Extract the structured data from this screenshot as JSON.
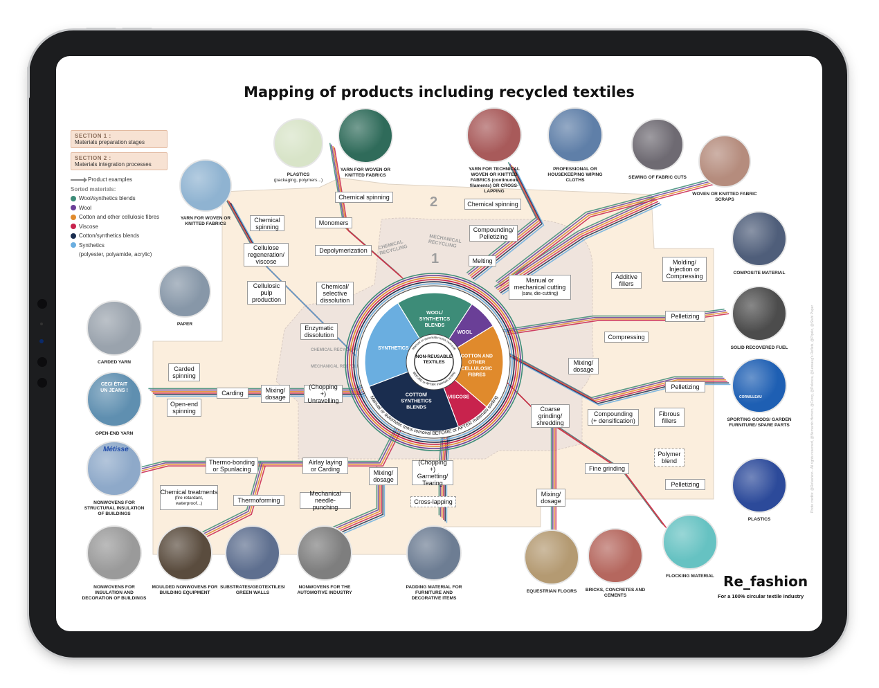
{
  "title": "Mapping of products including recycled textiles",
  "legend": {
    "section1_tag": "SECTION 1 :",
    "section1_text": "Materials preparation stages",
    "section2_tag": "SECTION 2 :",
    "section2_text": "Materials integration processes",
    "arrow_text": "Product examples",
    "sorted_heading": "Sorted materials:",
    "materials": [
      {
        "label": "Wool/synthetics blends",
        "color": "#3d8c78"
      },
      {
        "label": "Wool",
        "color": "#6a3f97"
      },
      {
        "label": "Cotton and other cellulosic fibres",
        "color": "#e08a2c"
      },
      {
        "label": "Viscose",
        "color": "#c8234d"
      },
      {
        "label": "Cotton/synthetics blends",
        "color": "#1a2d4f"
      },
      {
        "label": "Synthetics",
        "color": "#6aaee0"
      },
      {
        "label": "(polyester, polyamide, acrylic)",
        "color": ""
      }
    ]
  },
  "section_numbers": {
    "one": "1",
    "two": "2"
  },
  "recycling_tags": {
    "chemical_top": "CHEMICAL RECYCLING",
    "mechanical_top": "MECHANICAL RECYCLING",
    "chemical_left": "CHEMICAL RECYCLING",
    "mechanical_left": "MECHANICAL RECYCLING"
  },
  "wheel": {
    "center": "NON-REUSABLE TEXTILES",
    "inner_top": "Manual or automatic trims removal",
    "inner_bottom": "BEFORE or AFTER materials sorting",
    "outer": "Manual or automatic trims removal BEFORE or AFTER materials sorting",
    "segments": [
      {
        "label": "WOOL/ SYNTHETICS BLENDS",
        "color": "#3d8c78",
        "value": 18
      },
      {
        "label": "WOOL",
        "color": "#6a3f97",
        "value": 7
      },
      {
        "label": "COTTON AND OTHER CELLULOSIC FIBRES",
        "color": "#e08a2c",
        "value": 20
      },
      {
        "label": "VISCOSE",
        "color": "#c8234d",
        "value": 8
      },
      {
        "label": "COTTON/ SYNTHETICS BLENDS",
        "color": "#1a2d4f",
        "value": 25
      },
      {
        "label": "SYNTHETICS",
        "color": "#6aaee0",
        "value": 22
      }
    ]
  },
  "boxes": {
    "chem_spin_left": "Chemical spinning",
    "cellulose_regen": "Cellulose regeneration/ viscose",
    "cellulosic_pulp": "Cellulosic pulp production",
    "enzymatic": "Enzymatic dissolution",
    "monomers": "Monomers",
    "chem_spin_top": "Chemical spinning",
    "depolymerization": "Depolymerization",
    "chem_selective": "Chemical/ selective dissolution",
    "chem_spin_right": "Chemical spinning",
    "compounding_pellet": "Compounding/ Pelletizing",
    "melting": "Melting",
    "manual_cutting": "Manual or mechanical cutting",
    "manual_cutting_sub": "(saw, die-cutting)",
    "additive_fillers": "Additive fillers",
    "molding": "Molding/ Injection or Compressing",
    "pelletizing1": "Pelletizing",
    "compressing": "Compressing",
    "mixing_right": "Mixing/ dosage",
    "pelletizing2": "Pelletizing",
    "coarse_grinding": "Coarse grinding/ shredding",
    "compounding_dens": "Compounding (+ densification)",
    "fibrous_fillers": "Fibrous fillers",
    "polymer_blend": "Polymer blend",
    "fine_grinding": "Fine grinding",
    "pelletizing3": "Pelletizing",
    "mixing_bottom": "Mixing/ dosage",
    "carded_spinning": "Carded spinning",
    "carding": "Carding",
    "mixing_left": "Mixing/ dosage",
    "chopping_unravelling": "(Chopping +) Unravelling",
    "openend_spinning": "Open-end spinning",
    "thermo_bonding": "Thermo-bonding or Spunlacing",
    "airlay": "Airlay laying or Carding",
    "mixing_mid": "Mixing/ dosage",
    "chopping_garnetting": "(Chopping +) Garnetting/ Tearing",
    "chemical_treatments": "Chemical treatments",
    "chemical_treatments_sub": "(fire retardant, waterproof...)",
    "thermoforming": "Thermoforming",
    "needle_punching": "Mechanical needle-punching",
    "cross_lapping": "Cross-lapping"
  },
  "products": [
    {
      "key": "yarn_woven_left",
      "label": "YARN FOR WOVEN OR KNITTED FABRICS",
      "color": "#8fb3d1"
    },
    {
      "key": "paper",
      "label": "PAPER",
      "color": "#8797a8"
    },
    {
      "key": "carded_yarn",
      "label": "CARDED YARN",
      "color": "#9aa3ad"
    },
    {
      "key": "openend_yarn",
      "label": "OPEN-END YARN",
      "color": "#5f8fb0"
    },
    {
      "key": "nonwovens_structural",
      "label": "NONWOVENS FOR STRUCTURAL INSULATION OF BUILDINGS",
      "color": "#8ea9c9"
    },
    {
      "key": "nonwovens_decoration",
      "label": "NONWOVENS FOR INSULATION AND DECORATION OF BUILDINGS",
      "color": "#9a9a9a"
    },
    {
      "key": "moulded",
      "label": "MOULDED NONWOVENS FOR BUILDING EQUIPMENT",
      "color": "#5a4c3e"
    },
    {
      "key": "substrates",
      "label": "SUBSTRATES/GEOTEXTILES/ GREEN WALLS",
      "color": "#5e6f8f"
    },
    {
      "key": "nonwovens_auto",
      "label": "NONWOVENS FOR THE AUTOMOTIVE INDUSTRY",
      "color": "#7e7e7e"
    },
    {
      "key": "padding",
      "label": "PADDING MATERIAL FOR FURNITURE AND DECORATIVE ITEMS",
      "color": "#6d7d93"
    },
    {
      "key": "plastics_top",
      "label": "PLASTICS",
      "sub": "(packaging, polymers...)",
      "color": "#d8e4c8"
    },
    {
      "key": "yarn_woven_top",
      "label": "YARN FOR WOVEN OR KNITTED FABRICS",
      "color": "#2f6b5a"
    },
    {
      "key": "yarn_technical",
      "label": "YARN FOR TECHNICAL WOVEN OR KNITTED FABRICS (continuous filaments) OR CROSS-LAPPING",
      "color": "#a85a5a"
    },
    {
      "key": "wiping",
      "label": "PROFESSIONAL OR HOUSEKEEPING WIPING CLOTHS",
      "color": "#5f7fa8"
    },
    {
      "key": "sewing",
      "label": "SEWING OF FABRIC CUTS",
      "color": "#6e6a72"
    },
    {
      "key": "scraps",
      "label": "WOVEN OR KNITTED FABRIC SCRAPS",
      "color": "#b58c7d"
    },
    {
      "key": "composite",
      "label": "COMPOSITE MATERIAL",
      "color": "#4f5e7a"
    },
    {
      "key": "srf",
      "label": "SOLID RECOVERED FUEL",
      "color": "#4c4c4c"
    },
    {
      "key": "sporting",
      "label": "SPORTING GOODS/ GARDEN FURNITURE/ SPARE PARTS",
      "color": "#1e5fb3"
    },
    {
      "key": "plastics_right",
      "label": "PLASTICS",
      "color": "#2c4a9a"
    },
    {
      "key": "flocking",
      "label": "FLOCKING MATERIAL",
      "color": "#66c2c2"
    },
    {
      "key": "bricks",
      "label": "BRICKS, CONCRETES AND CEMENTS",
      "color": "#b5675e"
    },
    {
      "key": "equestrian",
      "label": "EQUESTRIAN FLOORS",
      "color": "#b49a72"
    }
  ],
  "photo_texts": {
    "openend_sign": "CECI ÉTAIT UN JEANS !",
    "metisse": "Métisse",
    "sport_logo": "CORNILLEAU"
  },
  "brand": {
    "name": "Re_fashion",
    "tagline": "For a 100% circular textile industry"
  },
  "credits": "Photo credits: @Refashion - All rights reserved, @Bernardo Herrero, @Corey, @Pelenza, @Lessaug's Reflets, @Pipelo, @Stuhl Paper"
}
